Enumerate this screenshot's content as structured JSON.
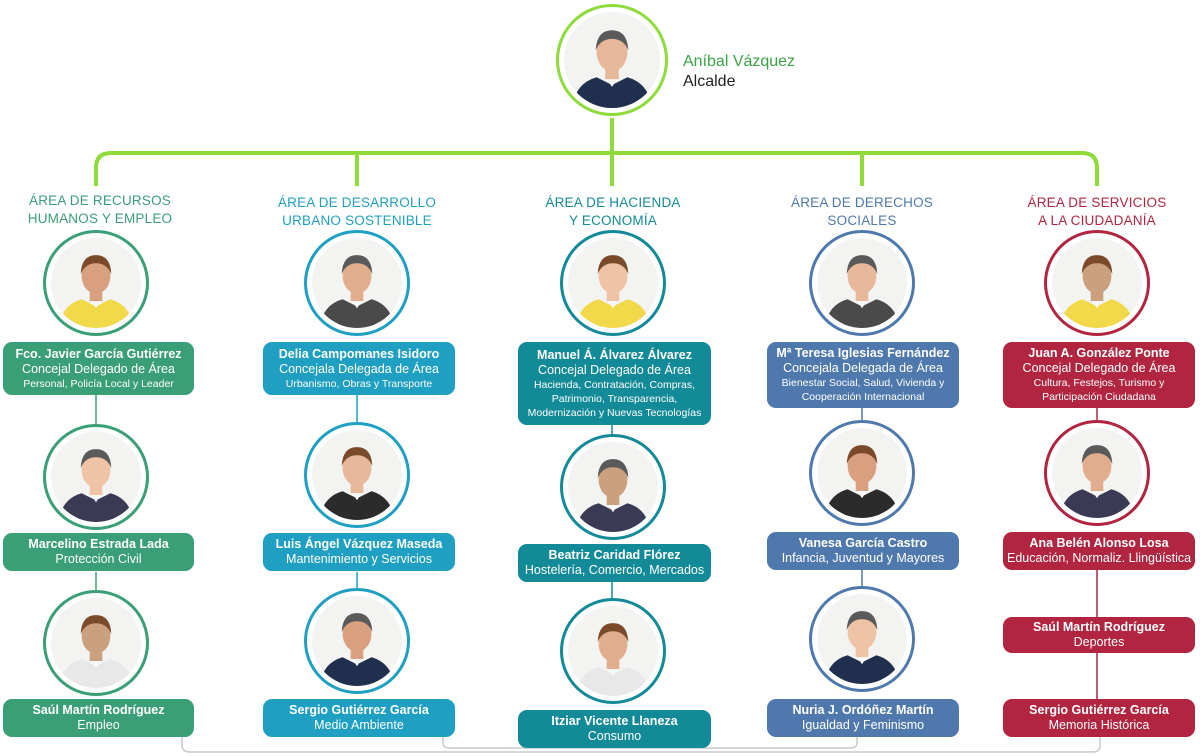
{
  "colors": {
    "connector": "#8edb3a",
    "a1": "#3a9f76",
    "a2": "#1f9fc1",
    "a3": "#138a97",
    "a4": "#4f79ad",
    "a5": "#b12541",
    "mayor_text": "#3aa444"
  },
  "mayor": {
    "name": "Aníbal Vázquez",
    "role": "Alcalde",
    "photo": "portrait-mayor"
  },
  "areas": [
    {
      "title": [
        "ÁREA DE RECURSOS",
        "HUMANOS Y EMPLEO"
      ],
      "color_key": "a1",
      "members": [
        {
          "name": "Fco. Javier García Gutiérrez",
          "role": "Concejal Delegado de Área",
          "subtitle": [
            "Personal, Policía Local y Leader"
          ]
        },
        {
          "name": "Marcelino Estrada Lada",
          "role": "",
          "subtitle": [
            "Protección Civil"
          ]
        },
        {
          "name": "Saúl Martín Rodríguez",
          "role": "",
          "subtitle": [
            "Empleo"
          ]
        }
      ]
    },
    {
      "title": [
        "ÁREA DE DESARROLLO",
        "URBANO SOSTENIBLE"
      ],
      "color_key": "a2",
      "members": [
        {
          "name": "Delia Campomanes Isidoro",
          "role": "Concejala Delegada de Área",
          "subtitle": [
            "Urbanismo, Obras y Transporte"
          ]
        },
        {
          "name": "Luis Ángel Vázquez Maseda",
          "role": "",
          "subtitle": [
            "Mantenimiento y Servicios"
          ]
        },
        {
          "name": "Sergio Gutiérrez García",
          "role": "",
          "subtitle": [
            "Medio Ambiente"
          ]
        }
      ]
    },
    {
      "title": [
        "ÁREA DE HACIENDA",
        "Y ECONOMÍA"
      ],
      "color_key": "a3",
      "members": [
        {
          "name": "Manuel Á. Álvarez Álvarez",
          "role": "Concejal Delegado de Área",
          "subtitle": [
            "Hacienda, Contratación, Compras,",
            "Patrimonio, Transparencia,",
            "Modernización y Nuevas Tecnologías"
          ]
        },
        {
          "name": "Beatriz Caridad Flórez",
          "role": "",
          "subtitle": [
            "Hostelería, Comercio, Mercados"
          ]
        },
        {
          "name": "Itziar Vicente Llaneza",
          "role": "",
          "subtitle": [
            "Consumo"
          ]
        }
      ]
    },
    {
      "title": [
        "ÁREA DE DERECHOS",
        "SOCIALES"
      ],
      "color_key": "a4",
      "members": [
        {
          "name": "Mª Teresa Iglesias Fernández",
          "role": "Concejala Delegada de Área",
          "subtitle": [
            "Bienestar Social, Salud, Vivienda y",
            "Cooperación Internacional"
          ]
        },
        {
          "name": "Vanesa García Castro",
          "role": "",
          "subtitle": [
            "Infancia, Juventud y Mayores"
          ]
        },
        {
          "name": "Nuria J. Ordóñez Martín",
          "role": "",
          "subtitle": [
            "Igualdad y Feminismo"
          ]
        }
      ]
    },
    {
      "title": [
        "ÁREA DE SERVICIOS",
        "A LA CIUDADANÍA"
      ],
      "color_key": "a5",
      "members": [
        {
          "name": "Juan A. González Ponte",
          "role": "Concejal Delegado de Área",
          "subtitle": [
            "Cultura, Festejos, Turismo y",
            "Participación Ciudadana"
          ]
        },
        {
          "name": "Ana Belén Alonso Losa",
          "role": "",
          "subtitle": [
            "Educación, Normaliz. Llingüística"
          ]
        },
        {
          "name": "Saúl Martín Rodríguez",
          "role": "",
          "subtitle": [
            "Deportes"
          ]
        },
        {
          "name": "Sergio Gutiérrez García",
          "role": "",
          "subtitle": [
            "Memoria Histórica"
          ]
        }
      ]
    }
  ]
}
